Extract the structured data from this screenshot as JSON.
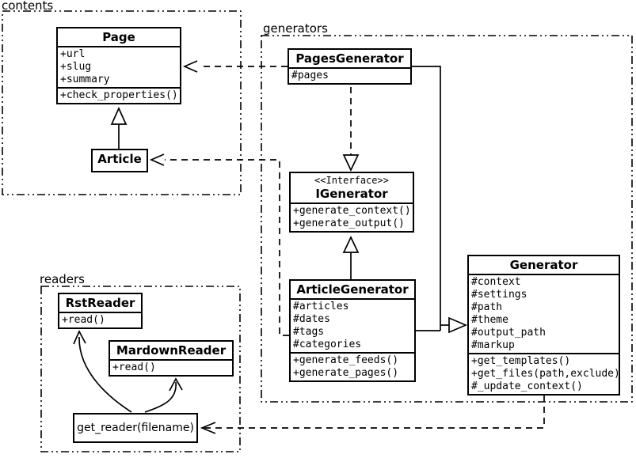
{
  "diagram": {
    "packages": {
      "contents": "contents",
      "generators": "generators",
      "readers": "readers"
    },
    "classes": {
      "page": {
        "title": "Page",
        "attributes": [
          "+url",
          "+slug",
          "+summary"
        ],
        "methods": [
          "+check_properties()"
        ]
      },
      "article": {
        "title": "Article"
      },
      "pages_generator": {
        "title": "PagesGenerator",
        "attributes": [
          "#pages"
        ]
      },
      "igenerator": {
        "stereotype": "<<Interface>>",
        "title": "IGenerator",
        "methods": [
          "+generate_context()",
          "+generate_output()"
        ]
      },
      "article_generator": {
        "title": "ArticleGenerator",
        "attributes": [
          "#articles",
          "#dates",
          "#tags",
          "#categories"
        ],
        "methods": [
          "+generate_feeds()",
          "+generate_pages()"
        ]
      },
      "generator": {
        "title": "Generator",
        "attributes": [
          "#context",
          "#settings",
          "#path",
          "#theme",
          "#output_path",
          "#markup"
        ],
        "methods": [
          "+get_templates()",
          "+get_files(path,exclude)",
          "#_update_context()"
        ]
      },
      "rst_reader": {
        "title": "RstReader",
        "methods": [
          "+read()"
        ]
      },
      "markdown_reader": {
        "title": "MardownReader",
        "methods": [
          "+read()"
        ]
      },
      "get_reader": {
        "title": "get_reader(filename)"
      }
    },
    "colors": {
      "stroke": "#000000",
      "background": "#ffffff"
    }
  }
}
